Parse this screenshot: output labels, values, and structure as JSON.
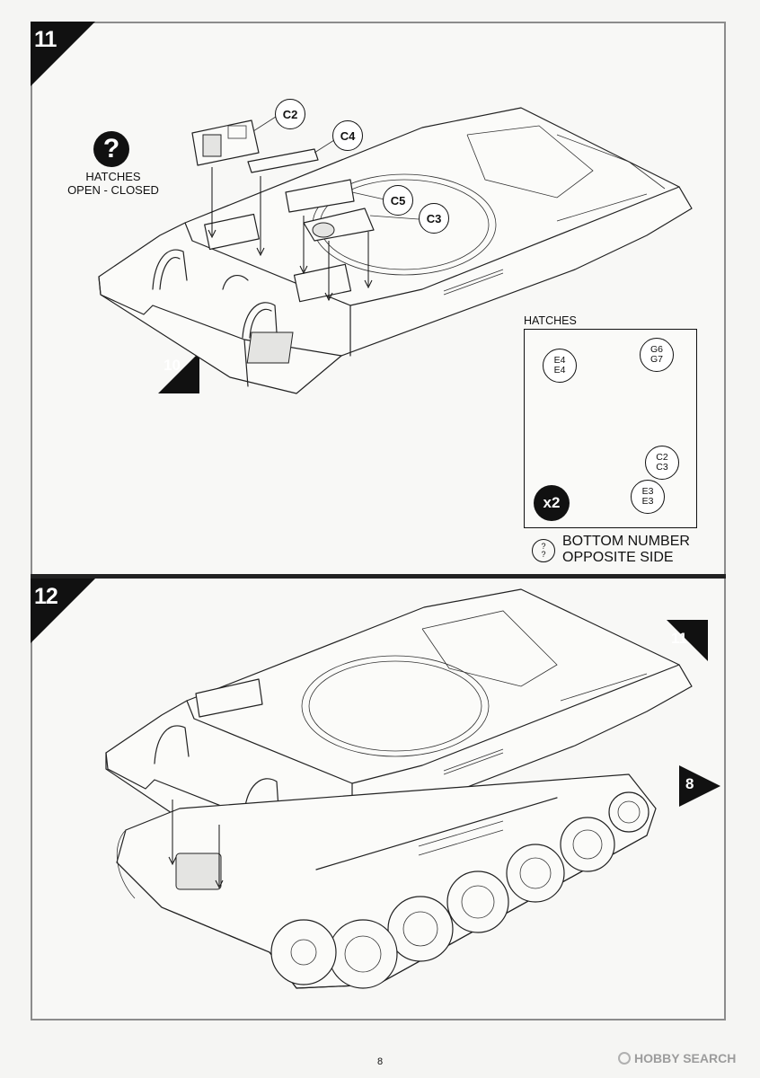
{
  "steps": [
    {
      "number": "11",
      "from_step": "10"
    },
    {
      "number": "12",
      "from_steps": [
        "11",
        "8"
      ]
    }
  ],
  "step11": {
    "hatch_note": "HATCHES\nOPEN - CLOSED",
    "callouts": [
      "C2",
      "C4",
      "C5",
      "C3"
    ],
    "inset": {
      "title": "HATCHES",
      "callouts": [
        {
          "top": "E4",
          "bottom": "E4"
        },
        {
          "top": "G6",
          "bottom": "G7"
        },
        {
          "top": "C2",
          "bottom": "C3"
        },
        {
          "top": "E3",
          "bottom": "E3"
        }
      ],
      "multiplier": "x2"
    },
    "bottom_number_note": "BOTTOM NUMBER\nOPPOSITE SIDE",
    "bottom_number_icon": {
      "top": "?",
      "bottom": "?"
    }
  },
  "footer": {
    "page_number": "8",
    "watermark": "HOBBY SEARCH"
  },
  "colors": {
    "ink": "#111111",
    "paper": "#f8f8f6",
    "frame": "#8c8c8c"
  }
}
